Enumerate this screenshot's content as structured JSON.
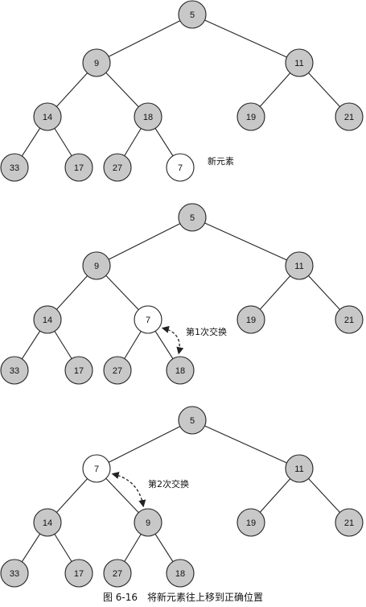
{
  "colors": {
    "filled": "#c8c8c8",
    "highlight": "#ffffff",
    "stroke": "#222222"
  },
  "trees": [
    {
      "name": "stage-1",
      "values": [
        "5",
        "9",
        "11",
        "14",
        "18",
        "19",
        "21",
        "33",
        "17",
        "27",
        "7"
      ],
      "highlight": 10,
      "annotation": "新元素",
      "swap": null
    },
    {
      "name": "stage-2",
      "values": [
        "5",
        "9",
        "11",
        "14",
        "7",
        "19",
        "21",
        "33",
        "17",
        "27",
        "18"
      ],
      "highlight": 4,
      "annotation": "第1次交换",
      "swap": [
        4,
        10
      ]
    },
    {
      "name": "stage-3",
      "values": [
        "5",
        "7",
        "11",
        "14",
        "9",
        "19",
        "21",
        "33",
        "17",
        "27",
        "18"
      ],
      "highlight": 1,
      "annotation": "第2次交换",
      "swap": [
        1,
        4
      ]
    }
  ],
  "caption": "图 6-16　将新元素往上移到正确位置"
}
